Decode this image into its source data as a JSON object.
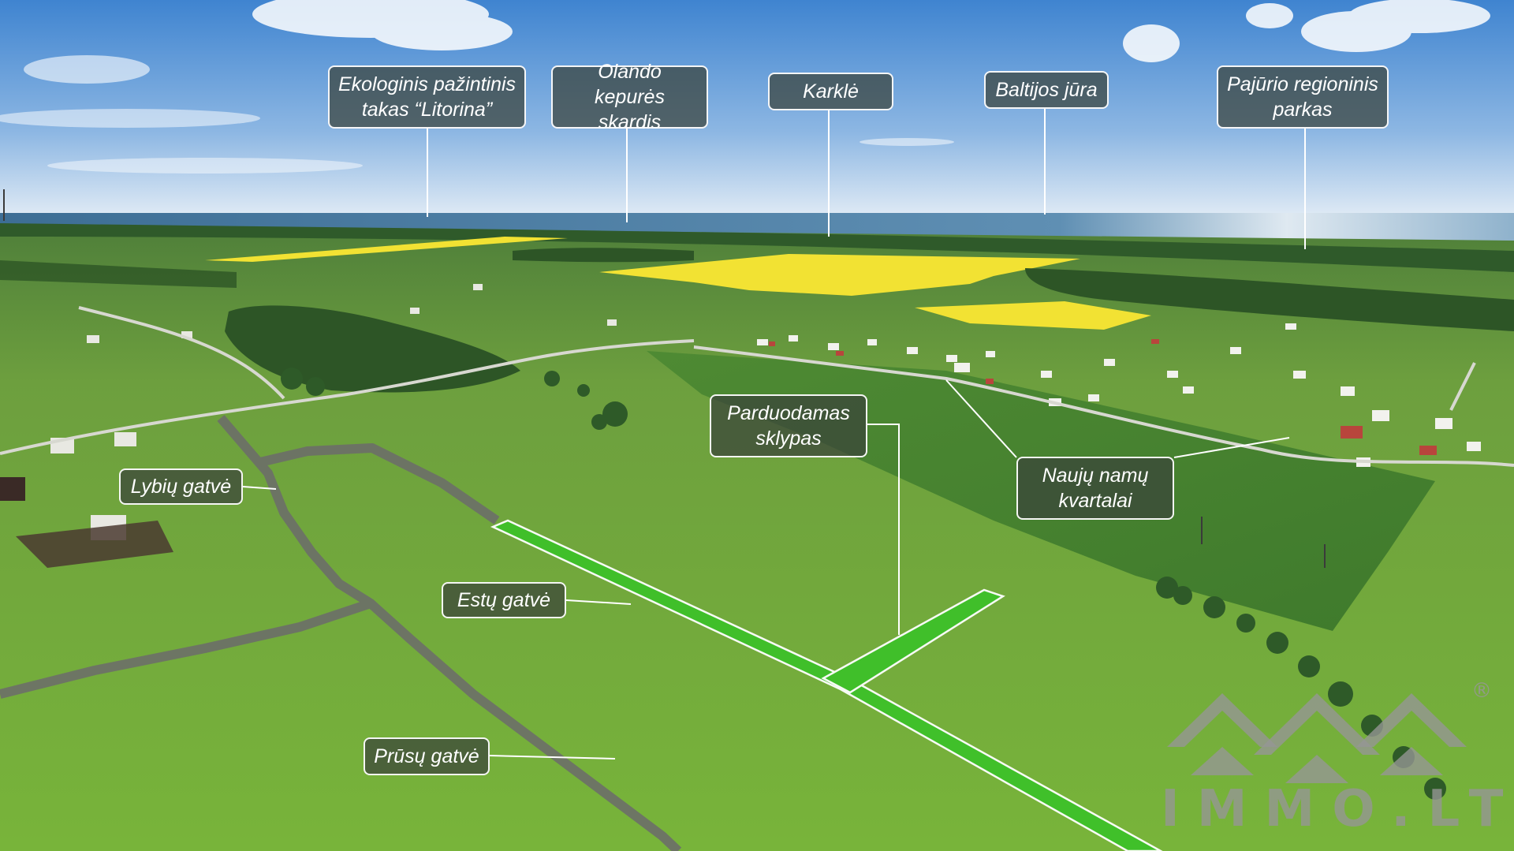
{
  "labels": {
    "ekologinis": [
      "Ekologinis pažintinis",
      "takas “Litorina”"
    ],
    "olando": [
      "Olando kepurės",
      "skardis"
    ],
    "karkle": [
      "Karklė"
    ],
    "baltijos": [
      "Baltijos jūra"
    ],
    "pajurio": [
      "Pajūrio regioninis",
      "parkas"
    ],
    "parduodamas": [
      "Parduodamas",
      "sklypas"
    ],
    "nauju": [
      "Naujų namų",
      "kvartalai"
    ],
    "lybiu": [
      "Lybių gatvė"
    ],
    "estu": [
      "Estų gatvė"
    ],
    "prusu": [
      "Prūsų gatvė"
    ]
  },
  "brand": {
    "name": "IMMO.LT",
    "registered": "®",
    "icon": "mountains-logo-icon"
  },
  "colors": {
    "sky_top": "#4f8fd6",
    "sky_horizon": "#dfeaf6",
    "sea": "#4a7ea8",
    "field": "#6fa83a",
    "rapeseed": "#f0e032",
    "forest": "#2f5a2a",
    "highlight_plot": "#3fbf2a",
    "gravel_road": "#6e746a",
    "label_bg": "#3a423a"
  }
}
